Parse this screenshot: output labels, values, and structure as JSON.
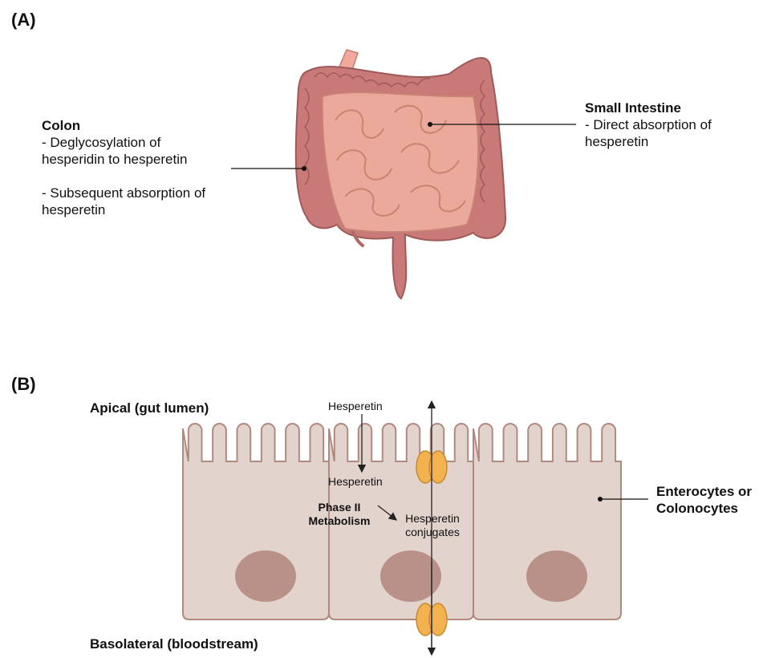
{
  "panel_a": {
    "label": "(A)",
    "colon": {
      "title": "Colon",
      "line1": "- Deglycosylation of",
      "line2": "hesperidin to hesperetin",
      "line3": "- Subsequent absorption of",
      "line4": "hesperetin"
    },
    "small_intestine": {
      "title": "Small Intestine",
      "line1": "- Direct absorption of",
      "line2": "hesperetin"
    }
  },
  "panel_b": {
    "label": "(B)",
    "apical": "Apical (gut lumen)",
    "basolateral": "Basolateral (bloodstream)",
    "hesperetin_top": "Hesperetin",
    "hesperetin_mid": "Hesperetin",
    "phase_ii_line1": "Phase II",
    "phase_ii_line2": "Metabolism",
    "conjugates_line1": "Hesperetin",
    "conjugates_line2": "conjugates",
    "cells_line1": "Enterocytes or",
    "cells_line2": "Colonocytes"
  },
  "colors": {
    "colon": "#c97a78",
    "small_intestine": "#eba99c",
    "cell_fill": "#e2d3cd",
    "cell_stroke": "#b08a7e",
    "nucleus": "#b99188",
    "transporter": "#f3b24f"
  }
}
